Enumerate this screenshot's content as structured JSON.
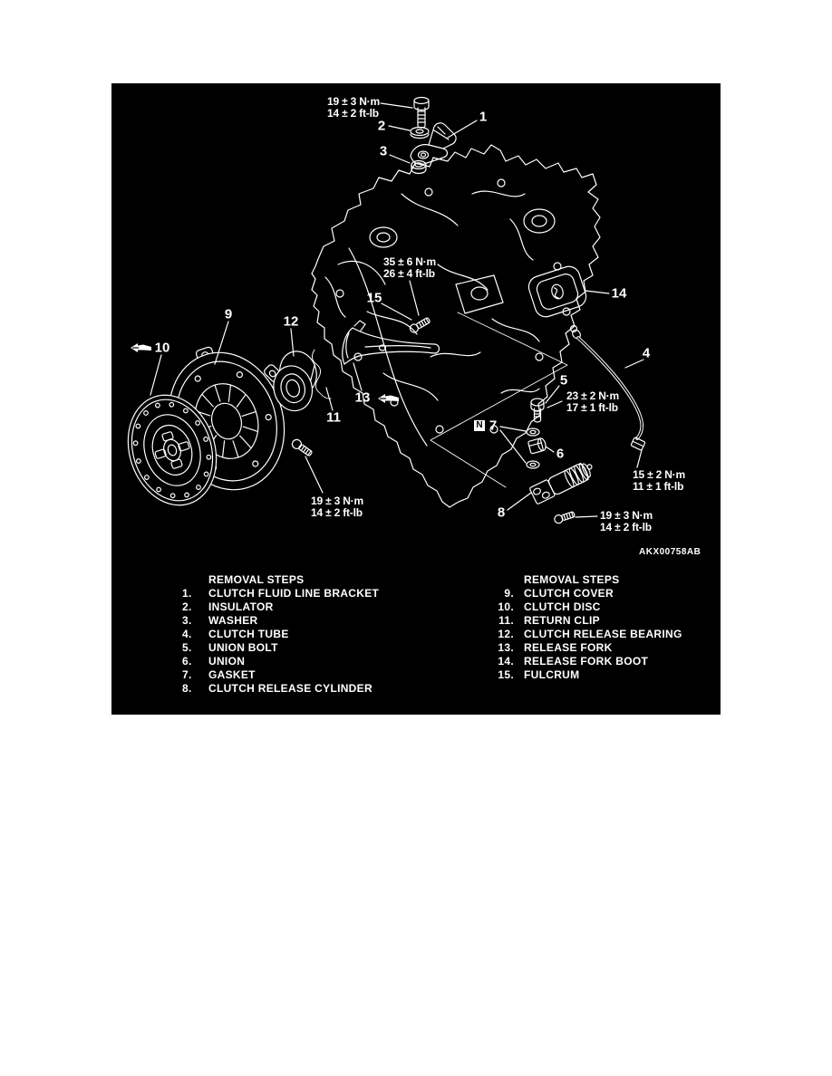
{
  "figure": {
    "code": "AKX00758AB",
    "torques": {
      "top_bolt": {
        "nm": "19 ± 3 N·m",
        "ftlb": "14 ± 2 ft-lb"
      },
      "fulcrum": {
        "nm": "35 ± 6 N·m",
        "ftlb": "26 ± 4 ft-lb"
      },
      "union_bolt": {
        "nm": "23 ± 2 N·m",
        "ftlb": "17 ± 1 ft-lb"
      },
      "tube_flare_nut": {
        "nm": "15 ± 2 N·m",
        "ftlb": "11 ± 1 ft-lb"
      },
      "cylinder_bolt": {
        "nm": "19 ± 3 N·m",
        "ftlb": "14 ± 2 ft-lb"
      },
      "cover_bolt": {
        "nm": "19 ± 3 N·m",
        "ftlb": "14 ± 2 ft-lb"
      }
    },
    "callouts": {
      "c1": "1",
      "c2": "2",
      "c3": "3",
      "c4": "4",
      "c5": "5",
      "c6": "6",
      "c7": "7",
      "c8": "8",
      "c9": "9",
      "c10": "10",
      "c11": "11",
      "c12": "12",
      "c13": "13",
      "c14": "14",
      "c15": "15"
    },
    "symbols": {
      "non_reusable": "N"
    },
    "colors": {
      "background": "#000000",
      "ink": "#ffffff"
    }
  },
  "removal_steps_left": {
    "title": "REMOVAL STEPS",
    "items": [
      {
        "num": "1.",
        "label": "CLUTCH FLUID LINE BRACKET"
      },
      {
        "num": "2.",
        "label": "INSULATOR"
      },
      {
        "num": "3.",
        "label": "WASHER"
      },
      {
        "num": "4.",
        "label": "CLUTCH TUBE"
      },
      {
        "num": "5.",
        "label": "UNION BOLT"
      },
      {
        "num": "6.",
        "label": "UNION"
      },
      {
        "num": "7.",
        "label": "GASKET"
      },
      {
        "num": "8.",
        "label": "CLUTCH RELEASE CYLINDER"
      }
    ]
  },
  "removal_steps_right": {
    "title": "REMOVAL STEPS",
    "items": [
      {
        "num": "9.",
        "label": "CLUTCH COVER"
      },
      {
        "num": "10.",
        "label": "CLUTCH DISC"
      },
      {
        "num": "11.",
        "label": "RETURN CLIP"
      },
      {
        "num": "12.",
        "label": "CLUTCH RELEASE BEARING"
      },
      {
        "num": "13.",
        "label": "RELEASE FORK"
      },
      {
        "num": "14.",
        "label": "RELEASE FORK BOOT"
      },
      {
        "num": "15.",
        "label": "FULCRUM"
      }
    ]
  }
}
